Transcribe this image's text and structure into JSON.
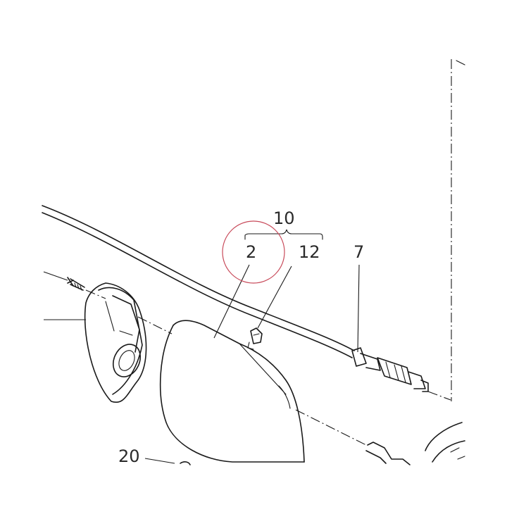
{
  "callouts": {
    "c10": "10",
    "c2": "2",
    "c12": "12",
    "c7": "7",
    "c20": "20"
  },
  "colors": {
    "line": "#1a1a1a",
    "text": "#2a2a2a",
    "highlight": "#c84a5a",
    "background": "#ffffff"
  }
}
